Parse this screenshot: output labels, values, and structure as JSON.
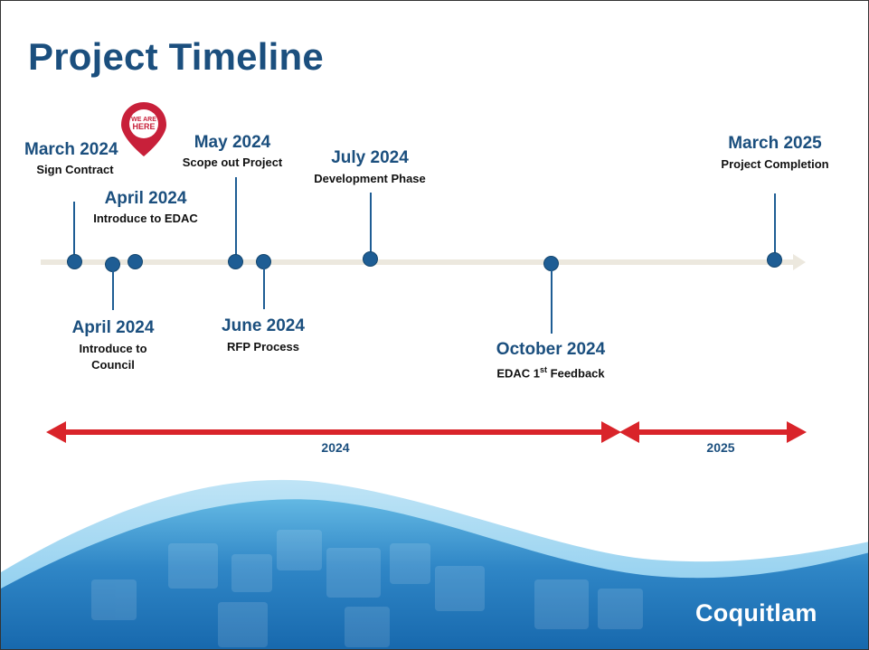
{
  "title": "Project Timeline",
  "marker": {
    "line1": "WE ARE",
    "line2": "HERE"
  },
  "events": [
    {
      "date": "March 2024",
      "label": "Sign Contract"
    },
    {
      "date": "April 2024",
      "label": "Introduce to EDAC"
    },
    {
      "date": "April 2024",
      "label1": "Introduce to",
      "label2": "Council"
    },
    {
      "date": "May 2024",
      "label": "Scope out Project"
    },
    {
      "date": "June 2024",
      "label": "RFP Process"
    },
    {
      "date": "July 2024",
      "label": "Development Phase"
    },
    {
      "date": "October 2024",
      "label_pre": "EDAC 1",
      "label_sup": "st",
      "label_post": " Feedback"
    },
    {
      "date": "March 2025",
      "label": "Project Completion"
    }
  ],
  "years": {
    "y2024": "2024",
    "y2025": "2025"
  },
  "logo": "Coquitlam",
  "colors": {
    "primary": "#1b4f7e",
    "dot": "#1e5d94",
    "arrow": "#d9242a",
    "marker": "#c8203a"
  }
}
